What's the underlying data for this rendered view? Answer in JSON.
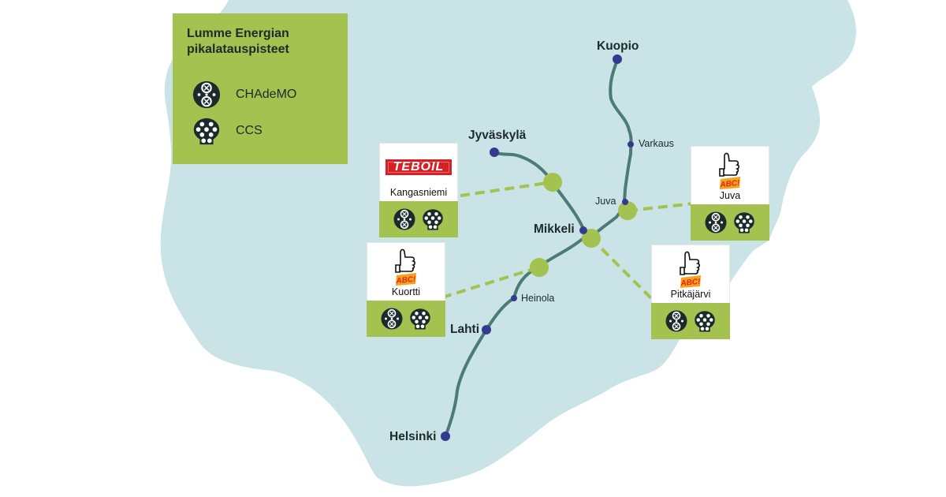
{
  "legend": {
    "title": "Lumme Energian pikalatauspisteet",
    "items": [
      {
        "label": "CHAdeMO",
        "icon": "chademo-connector-icon"
      },
      {
        "label": "CCS",
        "icon": "ccs-connector-icon"
      }
    ]
  },
  "cities": {
    "kuopio": "Kuopio",
    "jyvaskyla": "Jyväskylä",
    "mikkeli": "Mikkeli",
    "lahti": "Lahti",
    "helsinki": "Helsinki"
  },
  "towns": {
    "varkaus": "Varkaus",
    "juva": "Juva",
    "heinola": "Heinola"
  },
  "stations": [
    {
      "id": "kangasniemi",
      "name": "Kangasniemi",
      "brand": "TEBOIL",
      "connectors": [
        "CHAdeMO",
        "CCS"
      ]
    },
    {
      "id": "kuortti",
      "name": "Kuortti",
      "brand": "ABC",
      "connectors": [
        "CHAdeMO",
        "CCS"
      ]
    },
    {
      "id": "juva",
      "name": "Juva",
      "brand": "ABC",
      "connectors": [
        "CHAdeMO",
        "CCS"
      ]
    },
    {
      "id": "pitkajarvi",
      "name": "Pitkäjärvi",
      "brand": "ABC",
      "connectors": [
        "CHAdeMO",
        "CCS"
      ]
    }
  ],
  "colors": {
    "land": "#c9e3e6",
    "road": "#4c7b74",
    "accent_green": "#a3c24f",
    "city_dot": "#343b8f",
    "teboil_red": "#d71f26"
  }
}
